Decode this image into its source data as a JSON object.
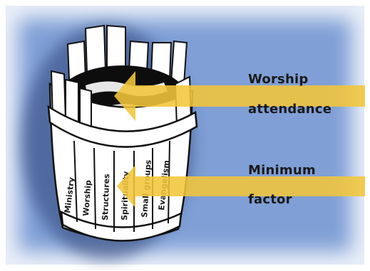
{
  "labels": {
    "worship_line1": "Worship",
    "worship_line2": "attendance",
    "minimum_line1": "Minimum",
    "minimum_line2": "factor"
  },
  "staves": [
    "Ministry",
    "Worship",
    "Structures",
    "Spirituality",
    "Small groups",
    "Evangelism"
  ],
  "colors": {
    "background": "#7f9fd6",
    "arrow": "#f3c63a",
    "water": "#0d0d0d",
    "barrel": "#ffffff",
    "outline": "#111111"
  }
}
